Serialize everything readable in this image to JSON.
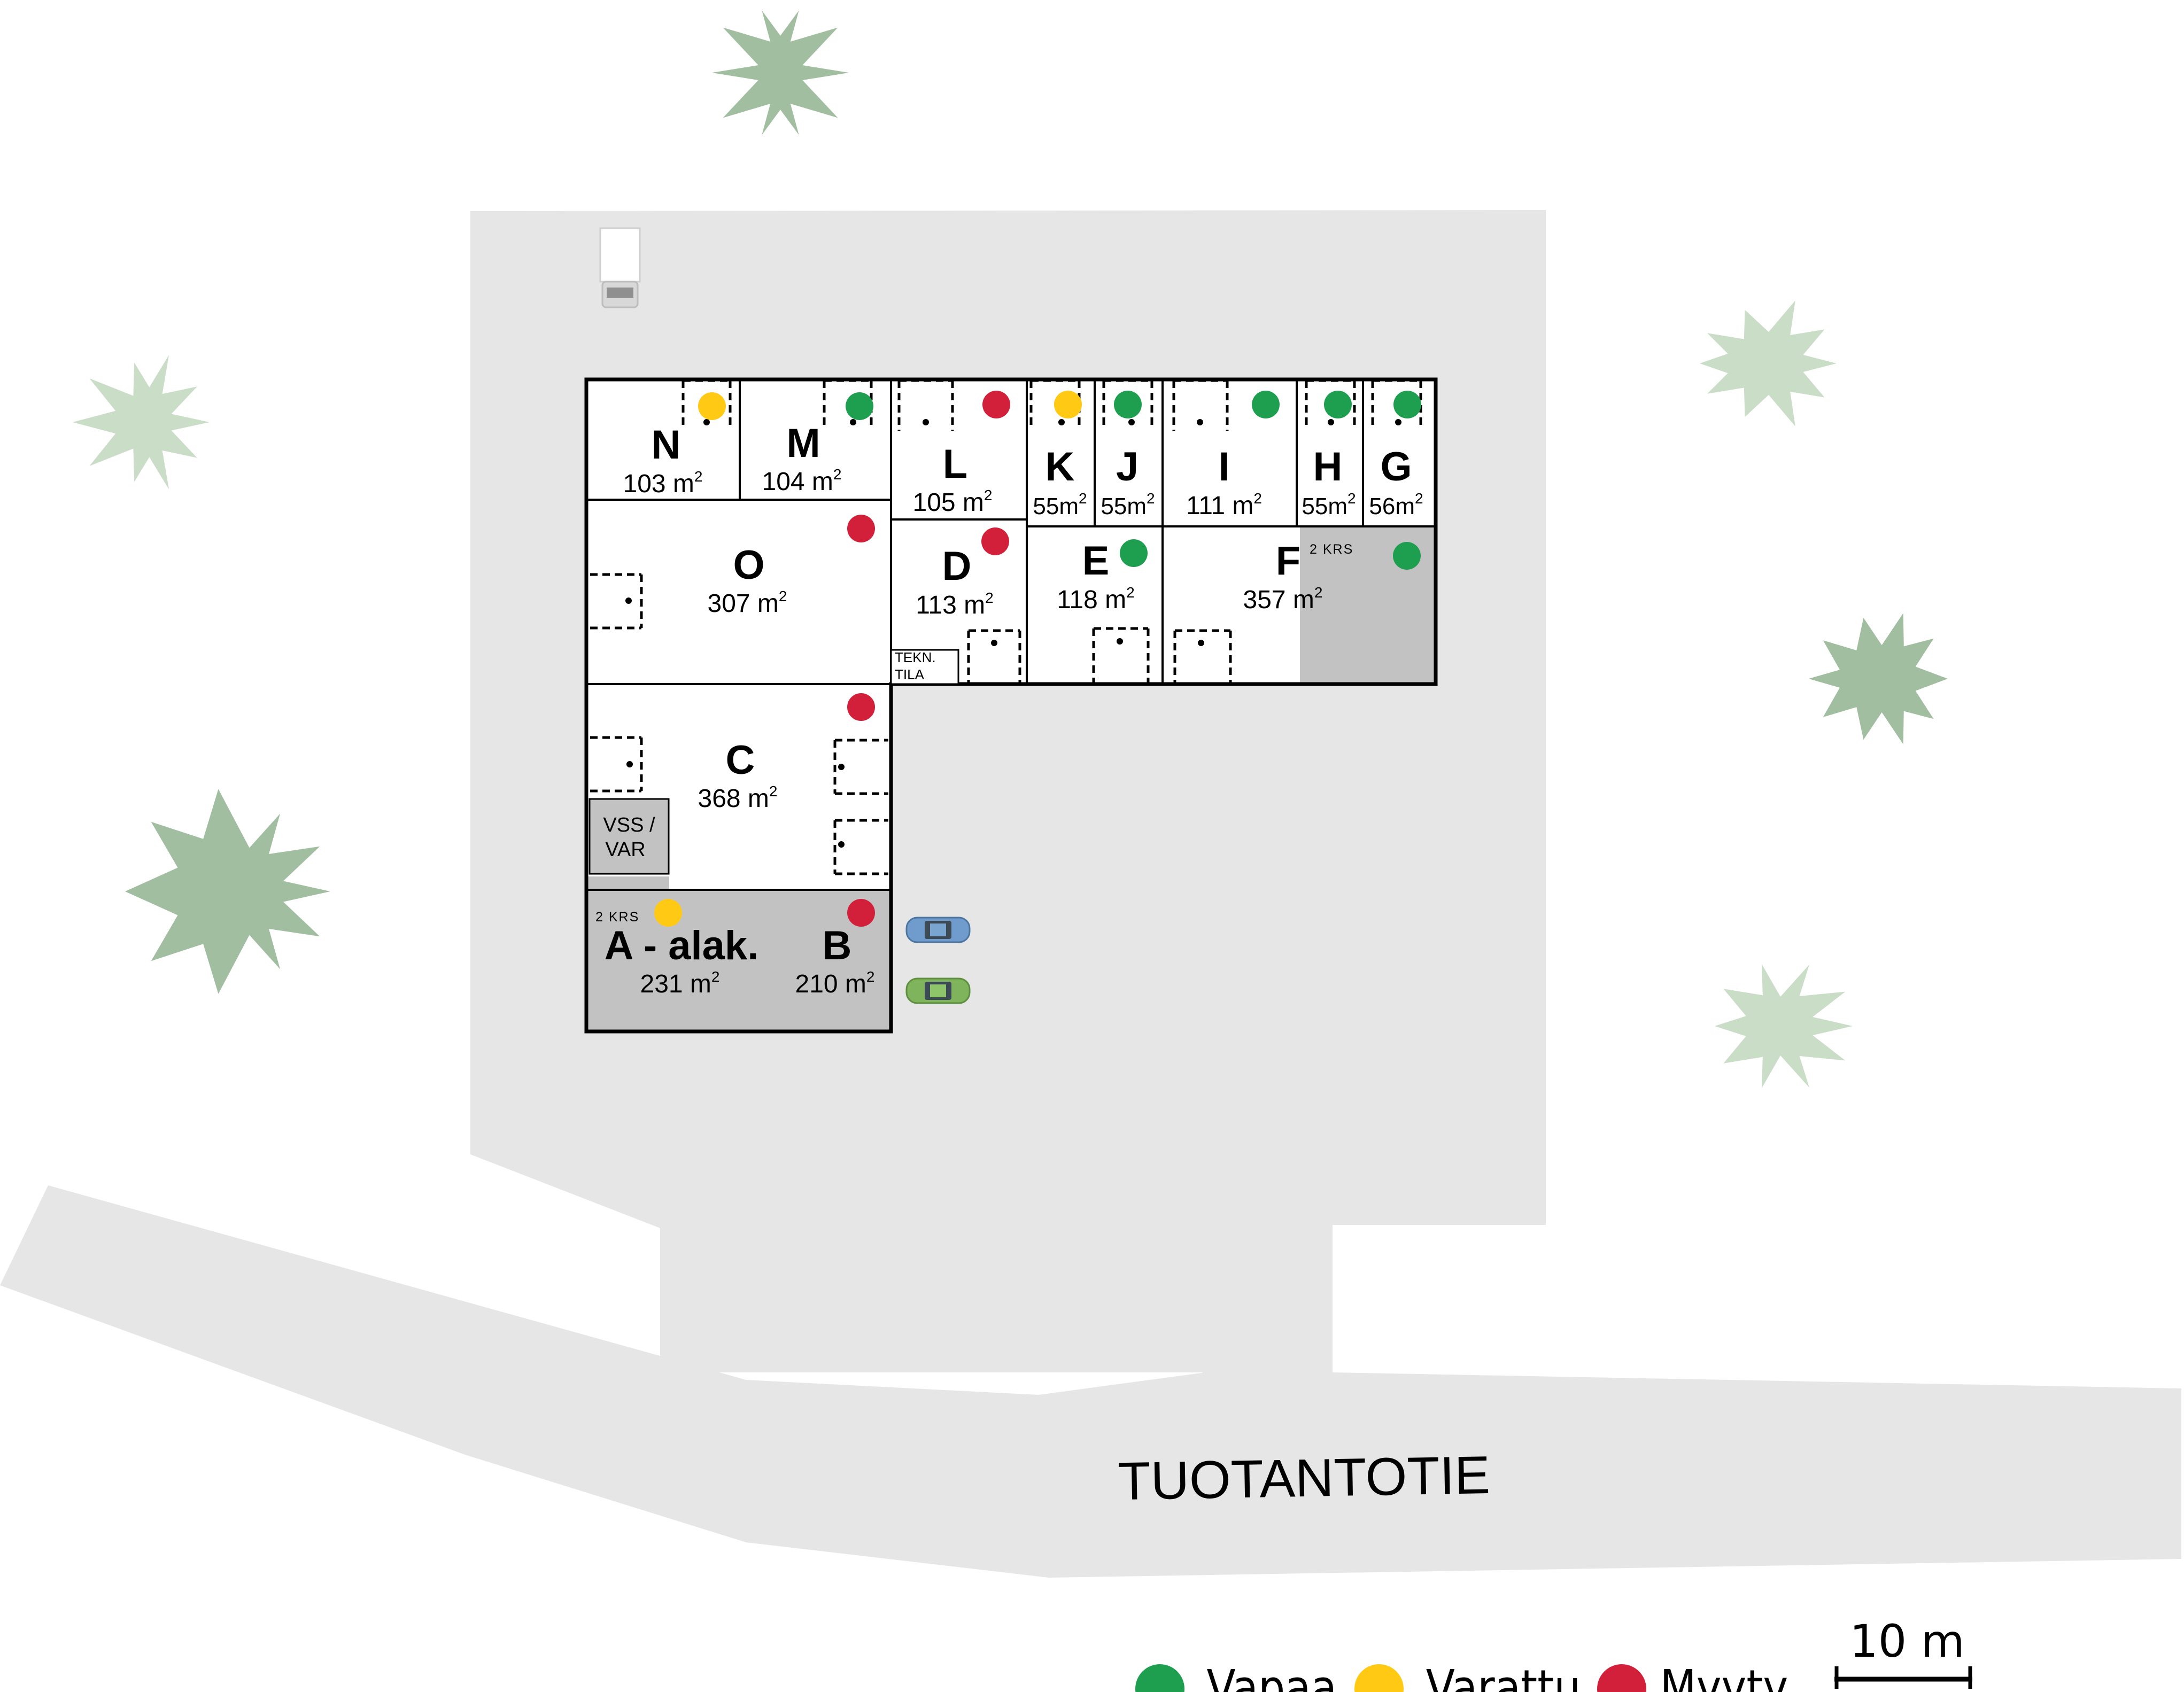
{
  "road": {
    "name": "TUOTANTOTIE"
  },
  "floors_label": "2 KRS",
  "status_colors": {
    "vapaa": "#1e9e4f",
    "varattu": "#ffc914",
    "myyty": "#d3203a"
  },
  "units": {
    "N": {
      "letter": "N",
      "area": "103 m",
      "sup": "2",
      "status": "varattu"
    },
    "M": {
      "letter": "M",
      "area": "104 m",
      "sup": "2",
      "status": "vapaa"
    },
    "L": {
      "letter": "L",
      "area": "105 m",
      "sup": "2",
      "status": "myyty"
    },
    "K": {
      "letter": "K",
      "area": "55m",
      "sup": "2",
      "status": "varattu"
    },
    "J": {
      "letter": "J",
      "area": "55m",
      "sup": "2",
      "status": "vapaa"
    },
    "I": {
      "letter": "I",
      "area": "111 m",
      "sup": "2",
      "status": "vapaa"
    },
    "H": {
      "letter": "H",
      "area": "55m",
      "sup": "2",
      "status": "vapaa"
    },
    "G": {
      "letter": "G",
      "area": "56m",
      "sup": "2",
      "status": "vapaa"
    },
    "O": {
      "letter": "O",
      "area": "307 m",
      "sup": "2",
      "status": "myyty"
    },
    "D": {
      "letter": "D",
      "area": "113 m",
      "sup": "2",
      "status": "myyty"
    },
    "E": {
      "letter": "E",
      "area": "118 m",
      "sup": "2",
      "status": "vapaa"
    },
    "F": {
      "letter": "F",
      "area": "357 m",
      "sup": "2",
      "status": "vapaa"
    },
    "C": {
      "letter": "C",
      "area": "368 m",
      "sup": "2",
      "status": "myyty"
    },
    "A": {
      "letter": "A - alak.",
      "area": "231 m",
      "sup": "2",
      "status": "varattu"
    },
    "B": {
      "letter": "B",
      "area": "210 m",
      "sup": "2",
      "status": "myyty"
    }
  },
  "rooms": {
    "tekn_line1": "TEKN.",
    "tekn_line2": "TILA",
    "vss_line1": "VSS /",
    "vss_line2": "VAR"
  },
  "legend": {
    "vapaa": "Vapaa",
    "varattu": "Varattu",
    "myyty": "Myyty"
  },
  "scale": {
    "label": "10 m"
  },
  "icons": {
    "trees": "tree-star-icon",
    "truck": "truck-icon",
    "cars": "car-icon",
    "doors": "door-icon"
  }
}
